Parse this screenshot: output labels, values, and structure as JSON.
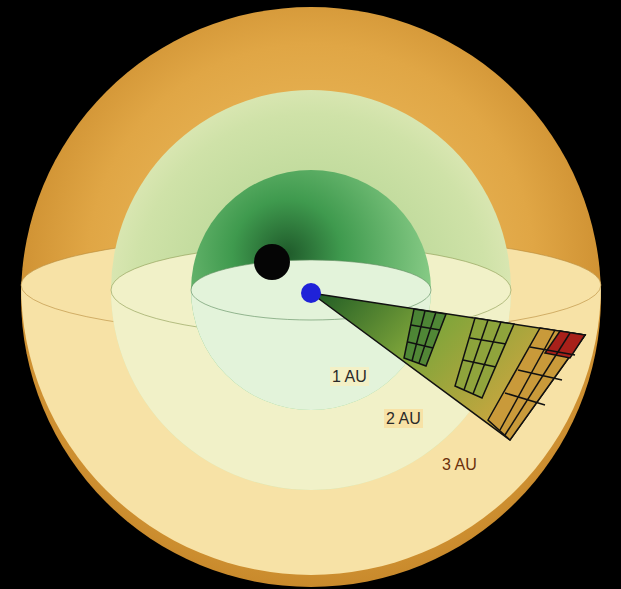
{
  "diagram": {
    "labels": [
      "1 AU",
      "2 AU",
      "3 AU"
    ]
  }
}
